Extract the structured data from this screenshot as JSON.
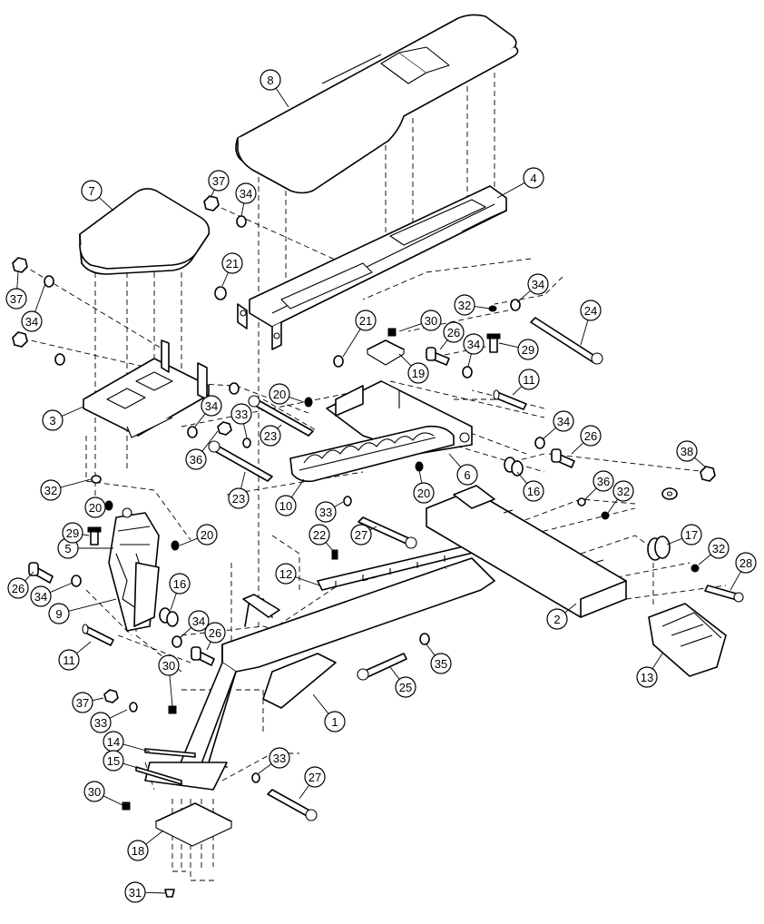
{
  "callouts": [
    {
      "label": "1"
    },
    {
      "label": "2"
    },
    {
      "label": "3"
    },
    {
      "label": "4"
    },
    {
      "label": "5"
    },
    {
      "label": "6"
    },
    {
      "label": "7"
    },
    {
      "label": "8"
    },
    {
      "label": "9"
    },
    {
      "label": "10"
    },
    {
      "label": "11"
    },
    {
      "label": "11"
    },
    {
      "label": "12"
    },
    {
      "label": "13"
    },
    {
      "label": "14"
    },
    {
      "label": "15"
    },
    {
      "label": "16"
    },
    {
      "label": "16"
    },
    {
      "label": "17"
    },
    {
      "label": "18"
    },
    {
      "label": "19"
    },
    {
      "label": "20"
    },
    {
      "label": "20"
    },
    {
      "label": "20"
    },
    {
      "label": "20"
    },
    {
      "label": "21"
    },
    {
      "label": "21"
    },
    {
      "label": "22"
    },
    {
      "label": "23"
    },
    {
      "label": "23"
    },
    {
      "label": "24"
    },
    {
      "label": "25"
    },
    {
      "label": "26"
    },
    {
      "label": "26"
    },
    {
      "label": "26"
    },
    {
      "label": "26"
    },
    {
      "label": "27"
    },
    {
      "label": "27"
    },
    {
      "label": "28"
    },
    {
      "label": "29"
    },
    {
      "label": "29"
    },
    {
      "label": "30"
    },
    {
      "label": "30"
    },
    {
      "label": "30"
    },
    {
      "label": "31"
    },
    {
      "label": "32"
    },
    {
      "label": "32"
    },
    {
      "label": "32"
    },
    {
      "label": "32"
    },
    {
      "label": "33"
    },
    {
      "label": "33"
    },
    {
      "label": "33"
    },
    {
      "label": "33"
    },
    {
      "label": "34"
    },
    {
      "label": "34"
    },
    {
      "label": "34"
    },
    {
      "label": "34"
    },
    {
      "label": "34"
    },
    {
      "label": "34"
    },
    {
      "label": "34"
    },
    {
      "label": "34"
    },
    {
      "label": "35"
    },
    {
      "label": "36"
    },
    {
      "label": "36"
    },
    {
      "label": "37"
    },
    {
      "label": "37"
    },
    {
      "label": "37"
    },
    {
      "label": "38"
    }
  ]
}
